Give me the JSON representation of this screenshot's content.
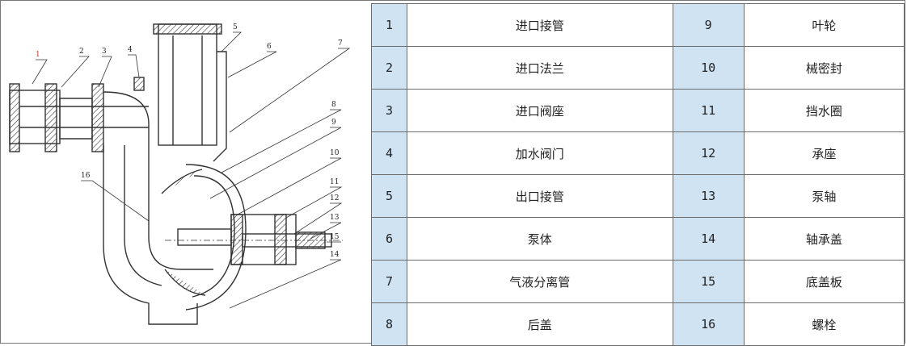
{
  "diagram": {
    "callouts": [
      "1",
      "2",
      "3",
      "4",
      "5",
      "6",
      "7",
      "8",
      "9",
      "10",
      "11",
      "12",
      "13",
      "14",
      "15",
      "16"
    ]
  },
  "parts": [
    {
      "no": "1",
      "name": "进口接管"
    },
    {
      "no": "2",
      "name": "进口法兰"
    },
    {
      "no": "3",
      "name": "进口阀座"
    },
    {
      "no": "4",
      "name": "加水阀门"
    },
    {
      "no": "5",
      "name": "出口接管"
    },
    {
      "no": "6",
      "name": "泵体"
    },
    {
      "no": "7",
      "name": "气液分离管"
    },
    {
      "no": "8",
      "name": "后盖"
    },
    {
      "no": "9",
      "name": "叶轮"
    },
    {
      "no": "10",
      "name": "械密封"
    },
    {
      "no": "11",
      "name": "挡水圈"
    },
    {
      "no": "12",
      "name": "承座"
    },
    {
      "no": "13",
      "name": "泵轴"
    },
    {
      "no": "14",
      "name": "轴承盖"
    },
    {
      "no": "15",
      "name": "底盖板"
    },
    {
      "no": "16",
      "name": "螺栓"
    }
  ],
  "colors": {
    "number_cell_bg": "#cfe3f3",
    "border": "#6b6b6b",
    "callout_1": "#c0392b"
  }
}
